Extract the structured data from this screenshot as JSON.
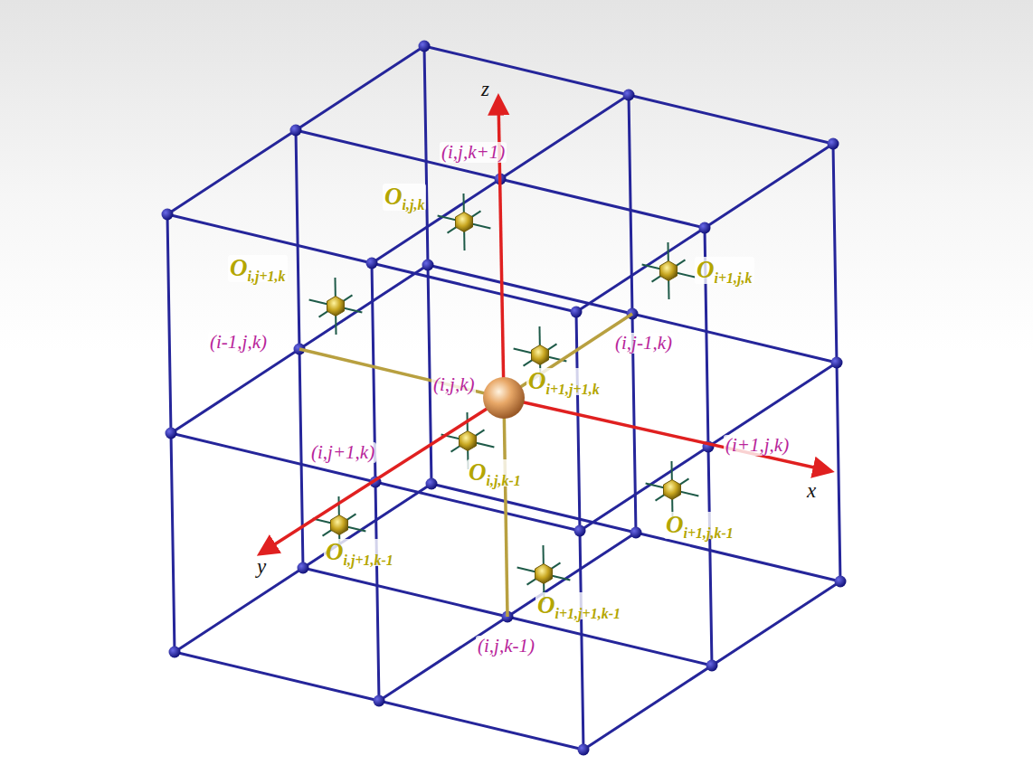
{
  "diagram": {
    "labels": [
      "z",
      "x",
      "y",
      "(i,j,k+1)",
      "(i-1,j,k)",
      "(i,j,k)",
      "(i,j-1,k)",
      "(i,j+1,k)",
      "(i+1,j,k)",
      "(i,j,k-1)",
      "Oi,j,k",
      "Oi,j+1,k",
      "Oi+1,j,k",
      "Oi+1,j+1,k",
      "Oi,j,k-1",
      "Oi,j+1,k-1",
      "Oi+1,j,k-1",
      "Oi+1,j+1,k-1"
    ]
  }
}
